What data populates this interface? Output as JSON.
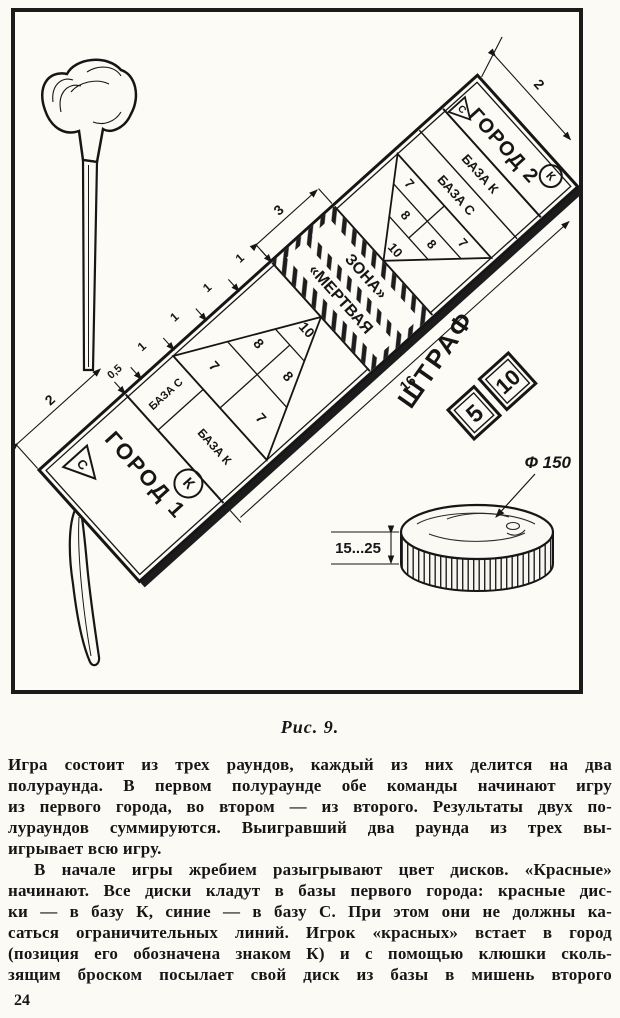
{
  "figure": {
    "caption": "Рис. 9.",
    "board": {
      "city1_label": "ГОРОД 1",
      "city2_label": "ГОРОД 2",
      "base_c": "БАЗА С",
      "base_k": "БАЗА К",
      "mark_triangle": "С",
      "mark_circle": "К",
      "dead_zone_line1": "«МЕРТВАЯ",
      "dead_zone_line2": "ЗОНА»",
      "target_city1": {
        "base1": "7",
        "base2": "7",
        "mid1": "8",
        "mid2": "8",
        "apex": "10"
      },
      "target_city2": {
        "base1": "7",
        "base2": "7",
        "mid1": "8",
        "mid2": "8",
        "apex": "10"
      },
      "dim_city1": "2",
      "dim_city2": "2",
      "dim_dead": "3",
      "dim_half": "0,5",
      "dim_one_1": "1",
      "dim_one_2": "1",
      "dim_one_3": "1",
      "dim_one_4": "1",
      "dim_length": "16"
    },
    "penalty": {
      "label": "ШТРАФ",
      "card1": "5",
      "card2": "10"
    },
    "disc": {
      "diameter": "Ф 150",
      "thickness": "15...25"
    }
  },
  "text": {
    "lines": [
      "Игра состоит из трех раундов, каждый из них делится на два",
      "полураунда. В первом полураунде обе команды начинают игру",
      "из первого города, во втором — из второго. Результаты двух по-",
      "лураундов суммируются. Выигравший два раунда из трех вы-",
      "игрывает всю игру.",
      "В начале игры жребием разыгрывают цвет дисков. «Красные»",
      "начинают. Все диски кладут в базы первого города: красные дис-",
      "ки — в базу К, синие — в базу С. При этом они не должны ка-",
      "саться ограничительных линий. Игрок «красных» встает в город",
      "(позиция его обозначена знаком К) и с помощью клюшки сколь-",
      "зящим броском посылает свой диск из базы в мишень второго"
    ]
  },
  "page_number": "24"
}
